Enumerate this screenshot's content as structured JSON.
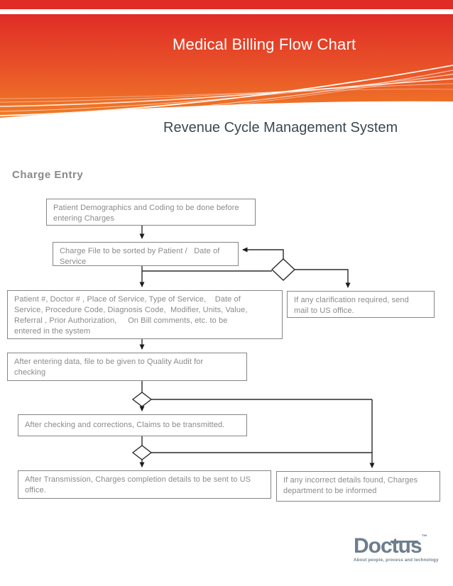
{
  "header": {
    "title": "Medical Billing Flow Chart",
    "subtitle": "Revenue Cycle Management System"
  },
  "section_heading": "Charge Entry",
  "flowchart": {
    "boxes": [
      {
        "id": "patient-demographics",
        "text": "Patient Demographics and Coding to be done before\nentering Charges"
      },
      {
        "id": "charge-file-sort",
        "text": "Charge File to be sorted by Patient /   Date of\nService"
      },
      {
        "id": "data-entry",
        "text": "Patient #, Doctor # , Place of Service, Type of Service,    Date of\nService, Procedure Code, Diagnosis Code,  Modifier, Units, Value,\nReferral , Prior Authorization,     On Bill comments, etc. to be\nentered in the system"
      },
      {
        "id": "quality-audit",
        "text": "After entering data, file to be given to Quality Audit for\nchecking"
      },
      {
        "id": "claims-transmitted",
        "text": "After checking and corrections, Claims to be transmitted."
      },
      {
        "id": "transmission-complete",
        "text": "After Transmission, Charges completion details to be sent to US\noffice."
      },
      {
        "id": "clarification",
        "text": "If any clarification required, send\nmail to US office."
      },
      {
        "id": "incorrect-details",
        "text": "If any incorrect details found, Charges\ndepartment to be informed"
      }
    ]
  },
  "logo": {
    "name": "Doctus",
    "trademark": "™",
    "tagline": "About people, process and technology"
  },
  "colors": {
    "banner_red": "#e1302a",
    "banner_orange": "#f07c26",
    "subtitle_slate": "#3b4852",
    "box_text_gray": "#8a8a8a",
    "box_border_gray": "#858585",
    "connector_dark": "#2b2b2b",
    "logo_slate": "#6e7e8d"
  }
}
